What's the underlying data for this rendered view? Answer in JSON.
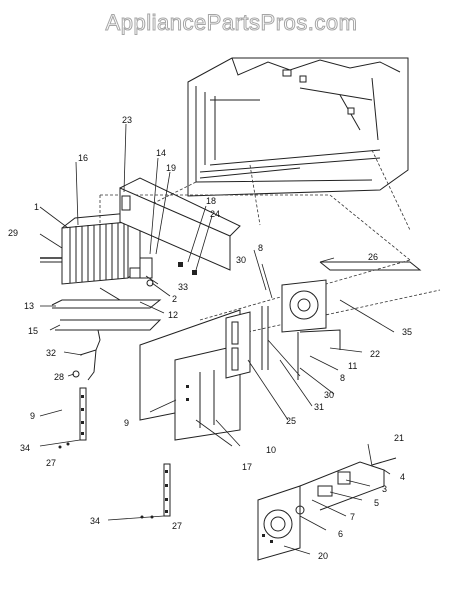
{
  "watermark": "AppliancePartsPros.com",
  "part_labels": [
    "1",
    "2",
    "3",
    "4",
    "5",
    "6",
    "7",
    "8",
    "8",
    "9",
    "9",
    "10",
    "11",
    "12",
    "13",
    "14",
    "15",
    "16",
    "17",
    "18",
    "19",
    "20",
    "21",
    "22",
    "23",
    "24",
    "25",
    "26",
    "27",
    "27",
    "28",
    "29",
    "30",
    "30",
    "31",
    "32",
    "33",
    "34",
    "34",
    "35"
  ]
}
